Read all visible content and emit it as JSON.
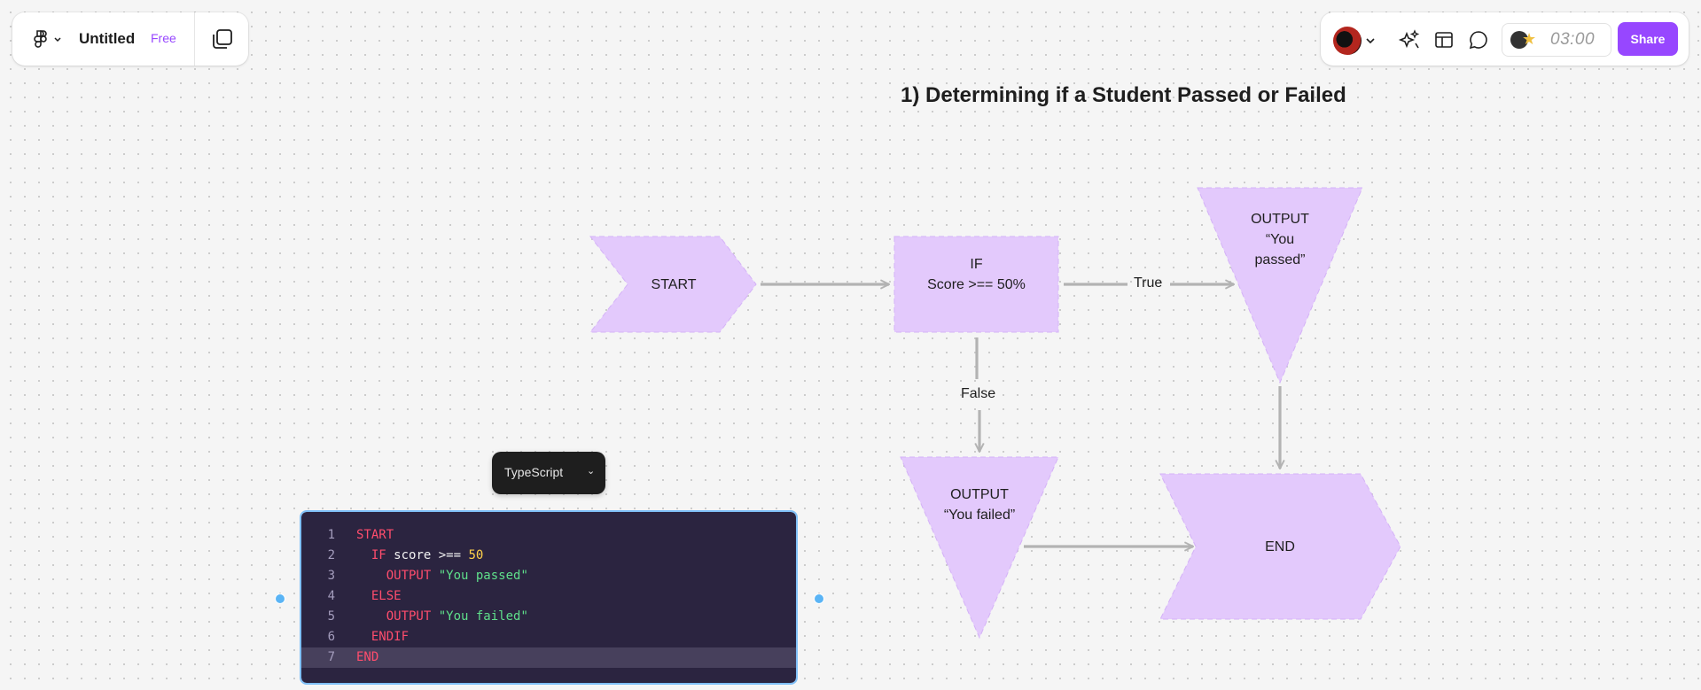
{
  "toolbar": {
    "doc_title": "Untitled",
    "plan_badge": "Free"
  },
  "topright": {
    "timer": "03:00",
    "share_label": "Share"
  },
  "canvas": {
    "heading": "1) Determining if a Student Passed or Failed"
  },
  "flowchart": {
    "fill_color": "#e3c9fc",
    "arrow_color": "#b3b3b3",
    "start": "START",
    "if_line1": "IF",
    "if_line2": "Score >== 50%",
    "out_pass_1": "OUTPUT",
    "out_pass_2": "“You",
    "out_pass_3": "passed”",
    "out_fail_1": "OUTPUT",
    "out_fail_2": "“You failed”",
    "end": "END",
    "label_true": "True",
    "label_false": "False"
  },
  "code_block": {
    "language": "TypeScript",
    "bg_color": "#2b2440",
    "line_numbers": [
      "1",
      "2",
      "3",
      "4",
      "5",
      "6",
      "7"
    ],
    "line1": {
      "kw": "START"
    },
    "line2": {
      "kw": "IF",
      "txt": "score >==",
      "num": "50"
    },
    "line3": {
      "kw": "OUTPUT",
      "str": "\"You passed\""
    },
    "line4": {
      "kw": "ELSE"
    },
    "line5": {
      "kw": "OUTPUT",
      "str": "\"You failed\""
    },
    "line6": {
      "kw": "ENDIF"
    },
    "line7": {
      "kw": "END"
    }
  },
  "accent_color": "#9747ff"
}
